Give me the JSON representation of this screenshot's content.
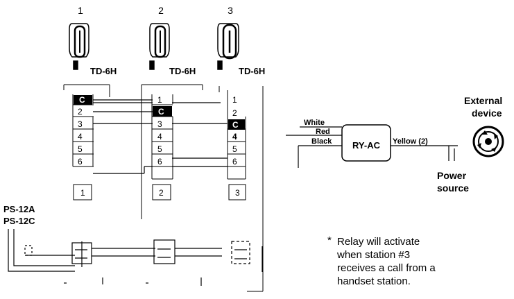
{
  "stations": [
    {
      "number": "1",
      "model": "TD-6H"
    },
    {
      "number": "2",
      "model": "TD-6H"
    },
    {
      "number": "3",
      "model": "TD-6H"
    }
  ],
  "terminal_blocks": [
    {
      "cells": [
        "C",
        "2",
        "3",
        "4",
        "5",
        "6"
      ],
      "highlight": 0,
      "sub": "1"
    },
    {
      "cells": [
        "1",
        "C",
        "3",
        "4",
        "5",
        "6"
      ],
      "highlight": 1,
      "sub": "2"
    },
    {
      "cells": [
        "1",
        "2",
        "C",
        "4",
        "5",
        "6"
      ],
      "highlight": 2,
      "sub": "3"
    }
  ],
  "power_supply": {
    "line1": "PS-12A",
    "line2": "PS-12C"
  },
  "relay": {
    "label": "RY-AC",
    "inputs": [
      "White",
      "Red",
      "Black"
    ],
    "output": "Yellow (2)"
  },
  "external_device": {
    "line1": "External",
    "line2": "device"
  },
  "power_source": {
    "line1": "Power",
    "line2": "source"
  },
  "note": {
    "bullet": "*",
    "lines": [
      "Relay will activate",
      "when station #3",
      "receives a call from a",
      "handset station."
    ]
  }
}
